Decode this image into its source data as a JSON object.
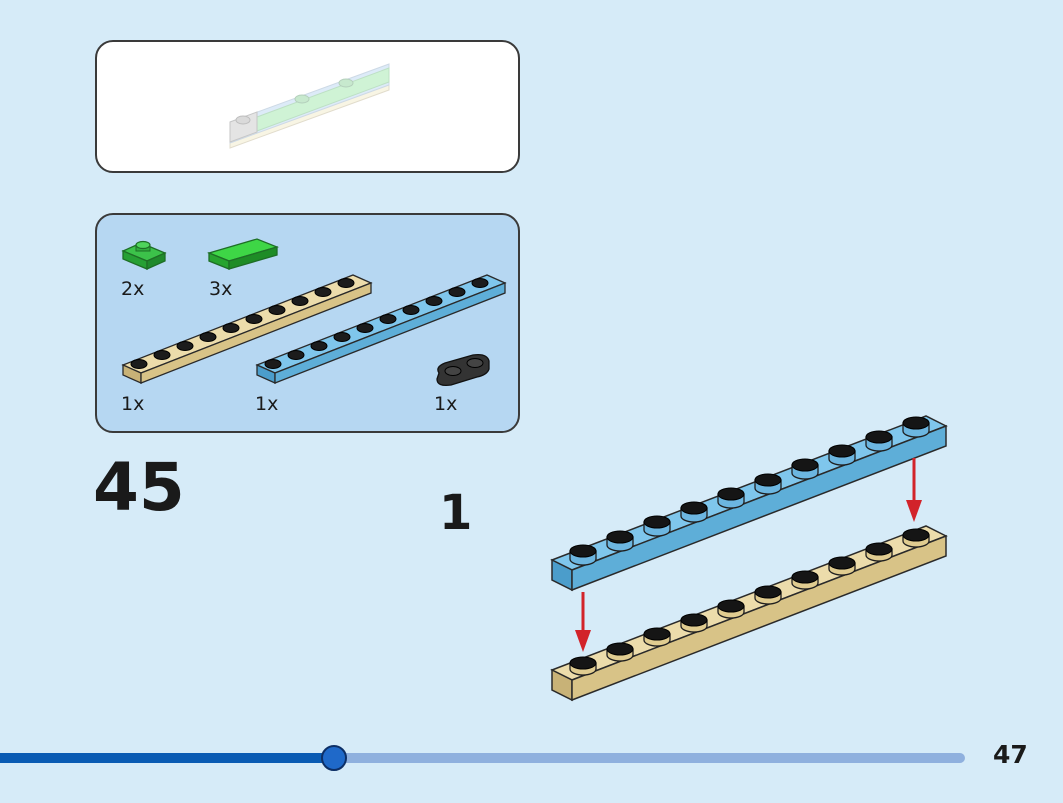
{
  "step": {
    "number": "45",
    "substep": "1"
  },
  "page": {
    "number": "47"
  },
  "progress": {
    "fraction": 0.346
  },
  "parts": [
    {
      "name": "green-round-plate-1x1",
      "color": "#2fae3c",
      "qty": "2x"
    },
    {
      "name": "green-tile-1x2",
      "color": "#2ec234",
      "qty": "3x"
    },
    {
      "name": "tan-plate-1x10",
      "color": "#e2cf95",
      "qty": "1x"
    },
    {
      "name": "blue-plate-1x10",
      "color": "#6bb8e0",
      "qty": "1x"
    },
    {
      "name": "black-plate-1x2-rounded",
      "color": "#2d2d2d",
      "qty": "1x"
    }
  ],
  "colors": {
    "background": "#d6ebf8",
    "panel": "#b6d7f2",
    "tan": "#e2cf95",
    "blue": "#6bb8e0",
    "arrow": "#d2232a"
  }
}
